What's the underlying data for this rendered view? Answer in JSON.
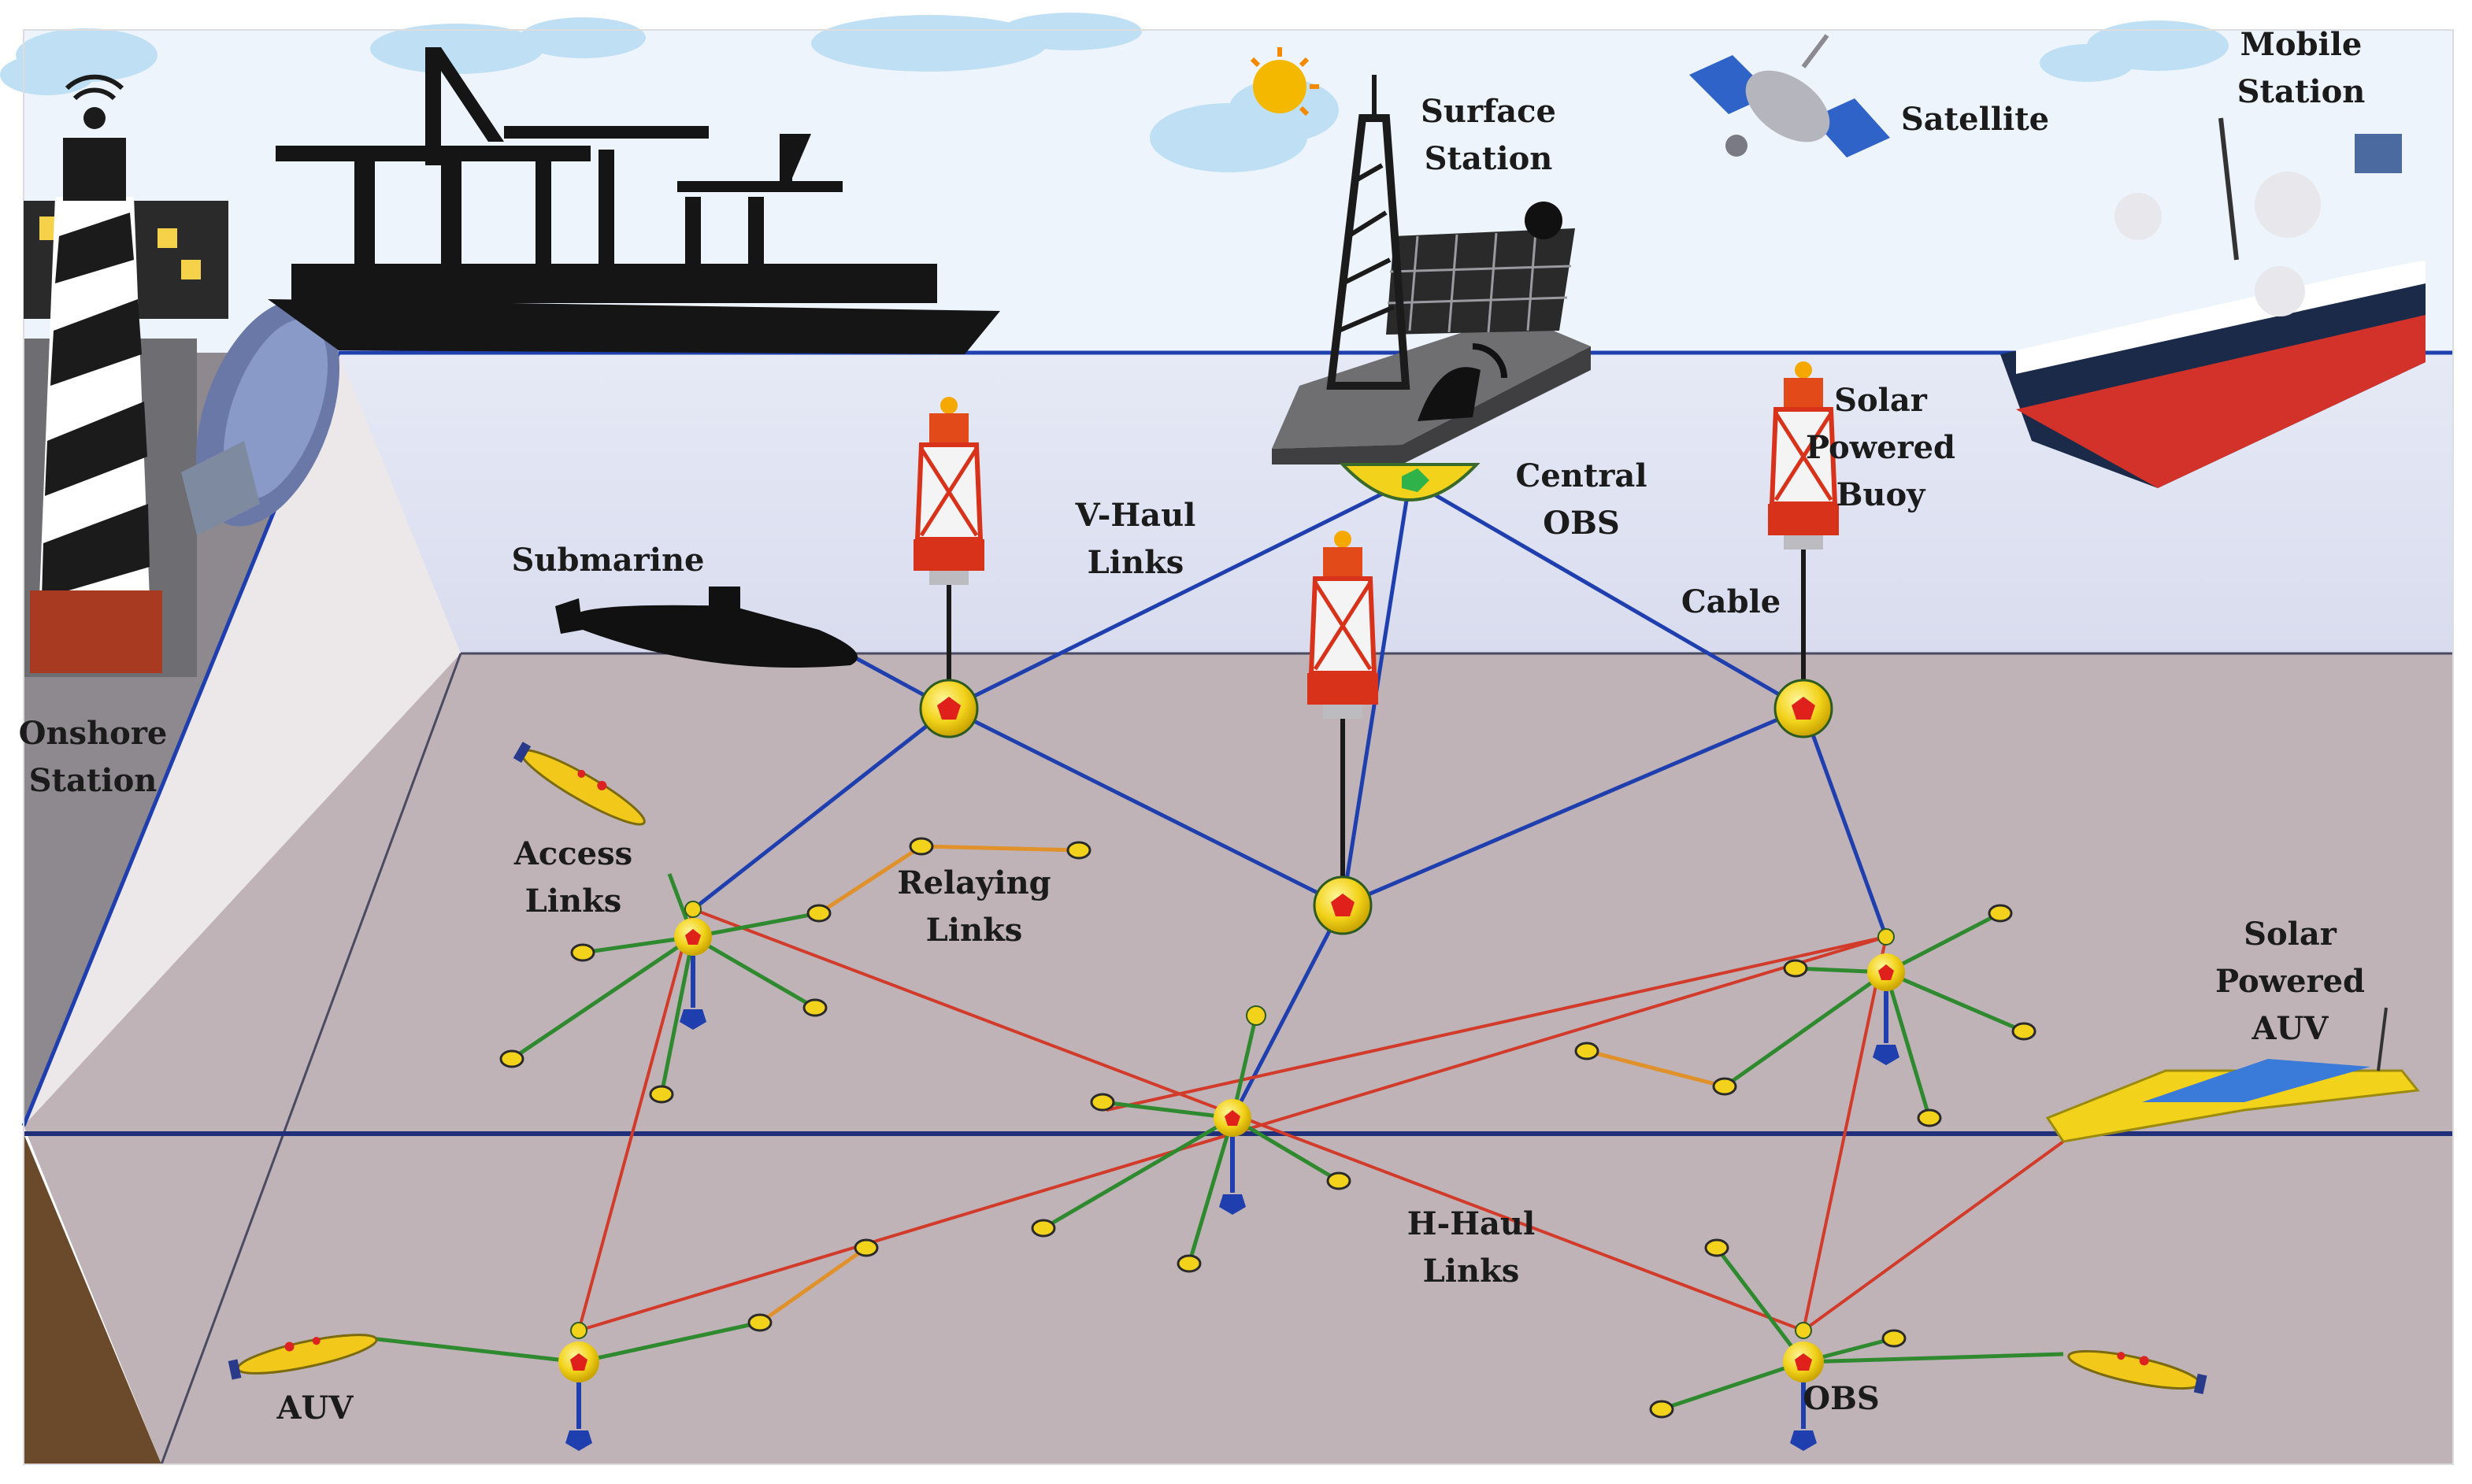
{
  "labels": {
    "onshore_station": [
      "Onshore",
      "Station"
    ],
    "surface_station": [
      "Surface",
      "Station"
    ],
    "satellite": "Satellite",
    "mobile_station": [
      "Mobile",
      "Station"
    ],
    "central_obs": [
      "Central",
      "OBS"
    ],
    "solar_powered_buoy": [
      "Solar",
      "Powered",
      "Buoy"
    ],
    "submarine": "Submarine",
    "v_haul_links": [
      "V-Haul",
      "Links"
    ],
    "cable": "Cable",
    "access_links": [
      "Access",
      "Links"
    ],
    "relaying_links": [
      "Relaying",
      "Links"
    ],
    "solar_powered_auv": [
      "Solar",
      "Powered",
      "AUV"
    ],
    "h_haul_links": [
      "H-Haul",
      "Links"
    ],
    "auv": "AUV",
    "obs": "OBS"
  },
  "colors": {
    "sky": "#eef4fb",
    "cloud": "#bfe0f4",
    "water": "#dfe3f2",
    "seabed": "#bfb3b8",
    "wall_dark": "#6e6e72",
    "wall_brown": "#6a4a2a",
    "v_haul_link": "#1f3fae",
    "h_haul_link": "#d23a2a",
    "access_link": "#2f8a2f",
    "relaying_link": "#e0912a",
    "node_yellow": "#f2d21a",
    "node_red": "#e0201a"
  }
}
